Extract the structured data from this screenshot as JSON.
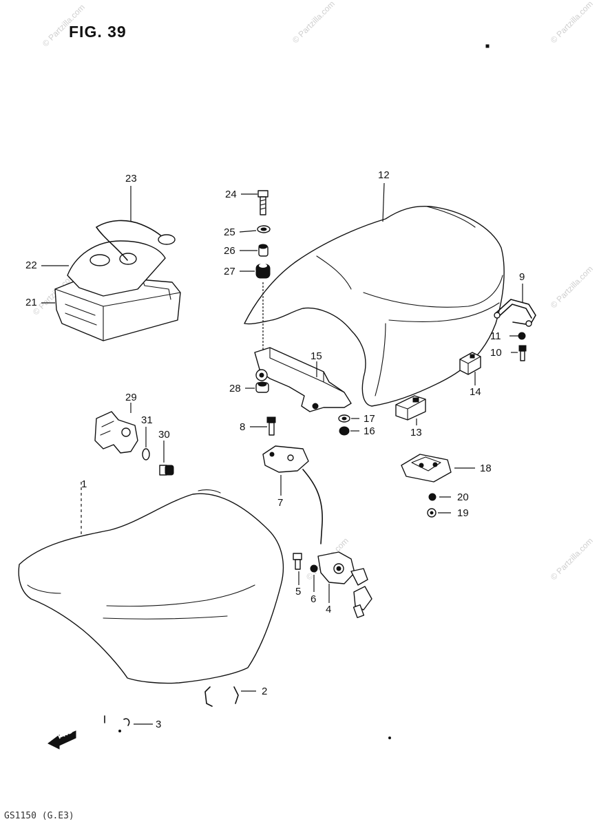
{
  "figure": {
    "title": "FIG. 39",
    "footer_code": "GS1150 (G.E3)"
  },
  "watermark": {
    "text": "© Partzilla.com"
  },
  "callouts": {
    "c1": "1",
    "c2": "2",
    "c3": "3",
    "c4": "4",
    "c5": "5",
    "c6": "6",
    "c7": "7",
    "c8": "8",
    "c9": "9",
    "c10": "10",
    "c11": "11",
    "c12": "12",
    "c13": "13",
    "c14": "14",
    "c15": "15",
    "c16": "16",
    "c17": "17",
    "c18": "18",
    "c19": "19",
    "c20": "20",
    "c21": "21",
    "c22": "22",
    "c23": "23",
    "c24": "24",
    "c25": "25",
    "c26": "26",
    "c27": "27",
    "c28": "28",
    "c29": "29",
    "c30": "30",
    "c31": "31"
  },
  "direction_arrow": {
    "label": "FWD",
    "icon": "forward-arrow-icon"
  }
}
